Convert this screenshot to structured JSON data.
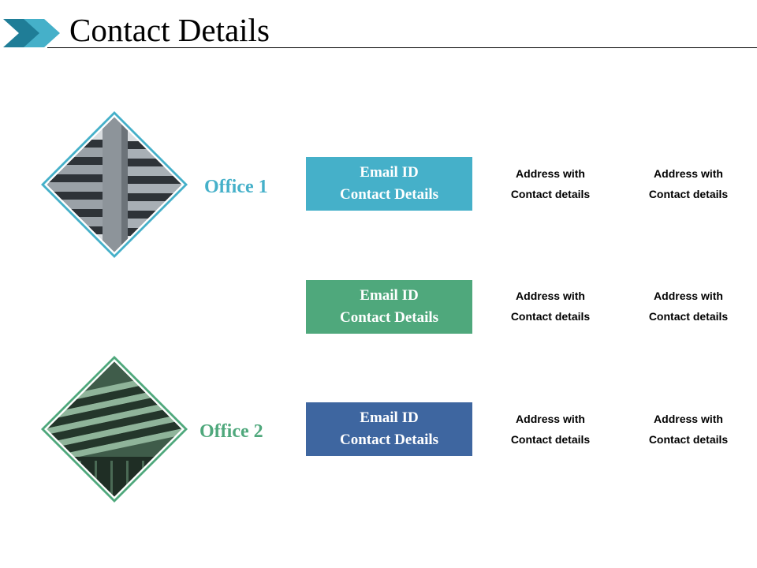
{
  "header": {
    "title": "Contact Details"
  },
  "colors": {
    "teal": "#45b0c9",
    "green": "#4fa87c",
    "blue": "#3e66a0",
    "chevron_dark": "#1f7d97"
  },
  "icons": {
    "header": "chevron-arrow-icon",
    "office_1": "building-photo",
    "office_2": "building-photo"
  },
  "offices": [
    {
      "label": "Office 1"
    },
    {
      "label": "Office 2"
    }
  ],
  "rows": [
    {
      "email_line1": "Email ID",
      "email_line2": "Contact Details",
      "addresses": [
        {
          "line1": "Address with",
          "line2": "Contact details"
        },
        {
          "line1": "Address with",
          "line2": "Contact details"
        }
      ]
    },
    {
      "email_line1": "Email ID",
      "email_line2": "Contact Details",
      "addresses": [
        {
          "line1": "Address with",
          "line2": "Contact details"
        },
        {
          "line1": "Address with",
          "line2": "Contact details"
        }
      ]
    },
    {
      "email_line1": "Email ID",
      "email_line2": "Contact Details",
      "addresses": [
        {
          "line1": "Address with",
          "line2": "Contact details"
        },
        {
          "line1": "Address with",
          "line2": "Contact details"
        }
      ]
    }
  ]
}
